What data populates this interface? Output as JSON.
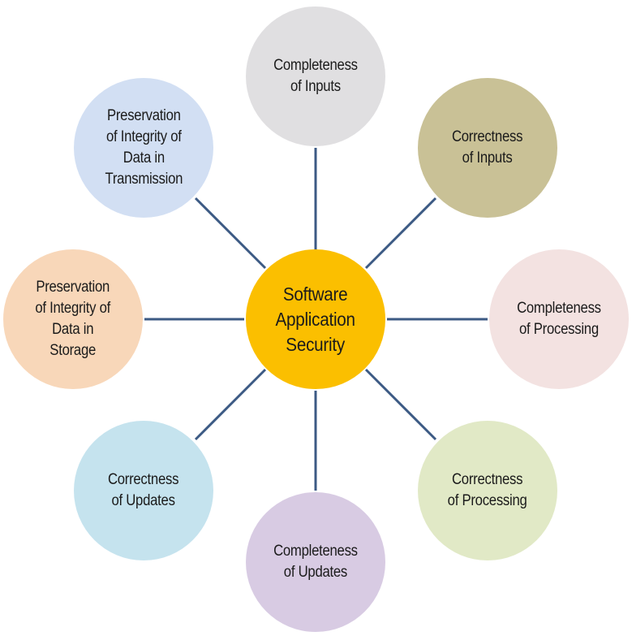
{
  "diagram": {
    "center": {
      "label": "Software\nApplication\nSecurity",
      "color": "#fbbf00"
    },
    "connector_color": "#3c5a84",
    "nodes": [
      {
        "id": "completeness-of-inputs",
        "label": "Completeness\nof Inputs",
        "color": "#e0dfe1"
      },
      {
        "id": "correctness-of-inputs",
        "label": "Correctness\nof Inputs",
        "color": "#c9c196"
      },
      {
        "id": "completeness-of-processing",
        "label": "Completeness\nof Processing",
        "color": "#f3e2e1"
      },
      {
        "id": "correctness-of-processing",
        "label": "Correctness\nof Processing",
        "color": "#e1e9c6"
      },
      {
        "id": "completeness-of-updates",
        "label": "Completeness\nof Updates",
        "color": "#d8cbe3"
      },
      {
        "id": "correctness-of-updates",
        "label": "Correctness\nof Updates",
        "color": "#c5e3ee"
      },
      {
        "id": "preservation-storage",
        "label": "Preservation\nof Integrity of\nData in\nStorage",
        "color": "#f8d7b9"
      },
      {
        "id": "preservation-transmission",
        "label": "Preservation\nof Integrity of\nData in\nTransmission",
        "color": "#d2dff3"
      }
    ]
  }
}
